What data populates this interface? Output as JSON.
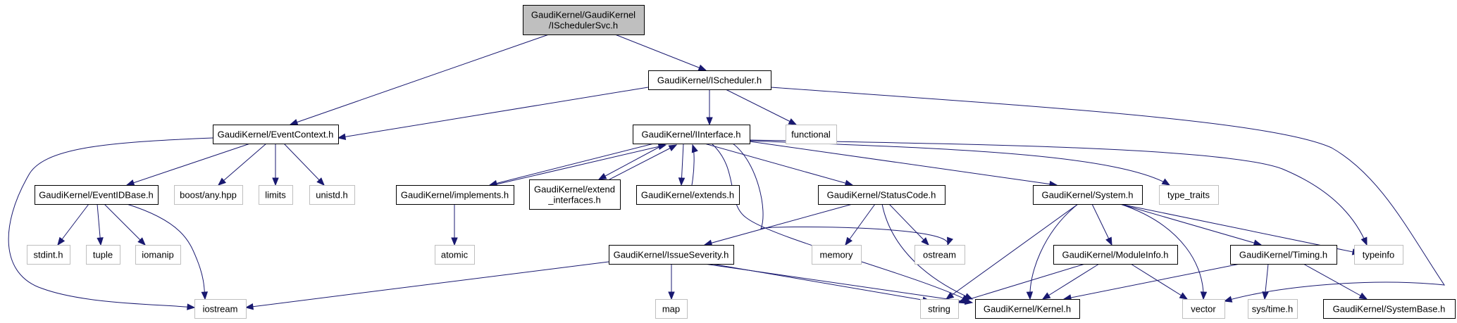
{
  "diagram": {
    "title": "GaudiKernel/ISchedulerSvc.h include dependency graph",
    "colors": {
      "edge": "#191970",
      "root_fill": "#bfbfbf",
      "documented_border": "#000000",
      "external_border": "#bfbfbf"
    },
    "nodes": [
      {
        "id": "ischedulersvc",
        "lines": [
          "GaudiKernel/GaudiKernel",
          "/ISchedulerSvc.h"
        ],
        "kind": "root"
      },
      {
        "id": "ischeduler",
        "lines": [
          "GaudiKernel/IScheduler.h"
        ],
        "kind": "doc"
      },
      {
        "id": "eventcontext",
        "lines": [
          "GaudiKernel/EventContext.h"
        ],
        "kind": "doc"
      },
      {
        "id": "iinterface",
        "lines": [
          "GaudiKernel/IInterface.h"
        ],
        "kind": "doc"
      },
      {
        "id": "functional",
        "lines": [
          "functional"
        ],
        "kind": "ext"
      },
      {
        "id": "eventidbase",
        "lines": [
          "GaudiKernel/EventIDBase.h"
        ],
        "kind": "doc"
      },
      {
        "id": "boostany",
        "lines": [
          "boost/any.hpp"
        ],
        "kind": "ext"
      },
      {
        "id": "limits",
        "lines": [
          "limits"
        ],
        "kind": "ext"
      },
      {
        "id": "unistd",
        "lines": [
          "unistd.h"
        ],
        "kind": "ext"
      },
      {
        "id": "implements",
        "lines": [
          "GaudiKernel/implements.h"
        ],
        "kind": "doc"
      },
      {
        "id": "extendinterfaces",
        "lines": [
          "GaudiKernel/extend",
          "_interfaces.h"
        ],
        "kind": "doc"
      },
      {
        "id": "extends",
        "lines": [
          "GaudiKernel/extends.h"
        ],
        "kind": "doc"
      },
      {
        "id": "statuscode",
        "lines": [
          "GaudiKernel/StatusCode.h"
        ],
        "kind": "doc"
      },
      {
        "id": "system",
        "lines": [
          "GaudiKernel/System.h"
        ],
        "kind": "doc"
      },
      {
        "id": "typetraits",
        "lines": [
          "type_traits"
        ],
        "kind": "ext"
      },
      {
        "id": "stdint",
        "lines": [
          "stdint.h"
        ],
        "kind": "ext"
      },
      {
        "id": "tuple",
        "lines": [
          "tuple"
        ],
        "kind": "ext"
      },
      {
        "id": "iomanip",
        "lines": [
          "iomanip"
        ],
        "kind": "ext"
      },
      {
        "id": "atomic",
        "lines": [
          "atomic"
        ],
        "kind": "ext"
      },
      {
        "id": "issueseverity",
        "lines": [
          "GaudiKernel/IssueSeverity.h"
        ],
        "kind": "doc"
      },
      {
        "id": "memory",
        "lines": [
          "memory"
        ],
        "kind": "ext"
      },
      {
        "id": "ostream",
        "lines": [
          "ostream"
        ],
        "kind": "ext"
      },
      {
        "id": "moduleinfo",
        "lines": [
          "GaudiKernel/ModuleInfo.h"
        ],
        "kind": "doc"
      },
      {
        "id": "timing",
        "lines": [
          "GaudiKernel/Timing.h"
        ],
        "kind": "doc"
      },
      {
        "id": "typeinfo",
        "lines": [
          "typeinfo"
        ],
        "kind": "ext"
      },
      {
        "id": "iostream",
        "lines": [
          "iostream"
        ],
        "kind": "ext"
      },
      {
        "id": "map",
        "lines": [
          "map"
        ],
        "kind": "ext"
      },
      {
        "id": "string",
        "lines": [
          "string"
        ],
        "kind": "ext"
      },
      {
        "id": "kernel",
        "lines": [
          "GaudiKernel/Kernel.h"
        ],
        "kind": "doc"
      },
      {
        "id": "vector",
        "lines": [
          "vector"
        ],
        "kind": "ext"
      },
      {
        "id": "systime",
        "lines": [
          "sys/time.h"
        ],
        "kind": "ext"
      },
      {
        "id": "systembase",
        "lines": [
          "GaudiKernel/SystemBase.h"
        ],
        "kind": "doc"
      }
    ],
    "edges": [
      {
        "from": "ischedulersvc",
        "to": "eventcontext"
      },
      {
        "from": "ischedulersvc",
        "to": "ischeduler"
      },
      {
        "from": "ischeduler",
        "to": "eventcontext"
      },
      {
        "from": "ischeduler",
        "to": "iinterface"
      },
      {
        "from": "ischeduler",
        "to": "functional"
      },
      {
        "from": "ischeduler",
        "to": "vector"
      },
      {
        "from": "eventcontext",
        "to": "eventidbase"
      },
      {
        "from": "eventcontext",
        "to": "boostany"
      },
      {
        "from": "eventcontext",
        "to": "limits"
      },
      {
        "from": "eventcontext",
        "to": "unistd"
      },
      {
        "from": "eventcontext",
        "to": "iostream"
      },
      {
        "from": "eventidbase",
        "to": "stdint"
      },
      {
        "from": "eventidbase",
        "to": "tuple"
      },
      {
        "from": "eventidbase",
        "to": "iomanip"
      },
      {
        "from": "eventidbase",
        "to": "iostream"
      },
      {
        "from": "iinterface",
        "to": "implements"
      },
      {
        "from": "implements",
        "to": "iinterface"
      },
      {
        "from": "iinterface",
        "to": "extendinterfaces"
      },
      {
        "from": "extendinterfaces",
        "to": "iinterface"
      },
      {
        "from": "iinterface",
        "to": "extends"
      },
      {
        "from": "extends",
        "to": "iinterface"
      },
      {
        "from": "iinterface",
        "to": "statuscode"
      },
      {
        "from": "iinterface",
        "to": "system"
      },
      {
        "from": "iinterface",
        "to": "typetraits"
      },
      {
        "from": "iinterface",
        "to": "typeinfo"
      },
      {
        "from": "iinterface",
        "to": "ostream"
      },
      {
        "from": "iinterface",
        "to": "kernel"
      },
      {
        "from": "implements",
        "to": "atomic"
      },
      {
        "from": "statuscode",
        "to": "issueseverity"
      },
      {
        "from": "statuscode",
        "to": "memory"
      },
      {
        "from": "statuscode",
        "to": "ostream"
      },
      {
        "from": "statuscode",
        "to": "kernel"
      },
      {
        "from": "issueseverity",
        "to": "map"
      },
      {
        "from": "issueseverity",
        "to": "string"
      },
      {
        "from": "issueseverity",
        "to": "kernel"
      },
      {
        "from": "issueseverity",
        "to": "iostream"
      },
      {
        "from": "system",
        "to": "moduleinfo"
      },
      {
        "from": "system",
        "to": "timing"
      },
      {
        "from": "system",
        "to": "typeinfo"
      },
      {
        "from": "system",
        "to": "vector"
      },
      {
        "from": "system",
        "to": "string"
      },
      {
        "from": "system",
        "to": "kernel"
      },
      {
        "from": "moduleinfo",
        "to": "string"
      },
      {
        "from": "moduleinfo",
        "to": "kernel"
      },
      {
        "from": "moduleinfo",
        "to": "vector"
      },
      {
        "from": "timing",
        "to": "kernel"
      },
      {
        "from": "timing",
        "to": "systime"
      },
      {
        "from": "timing",
        "to": "systembase"
      }
    ]
  }
}
